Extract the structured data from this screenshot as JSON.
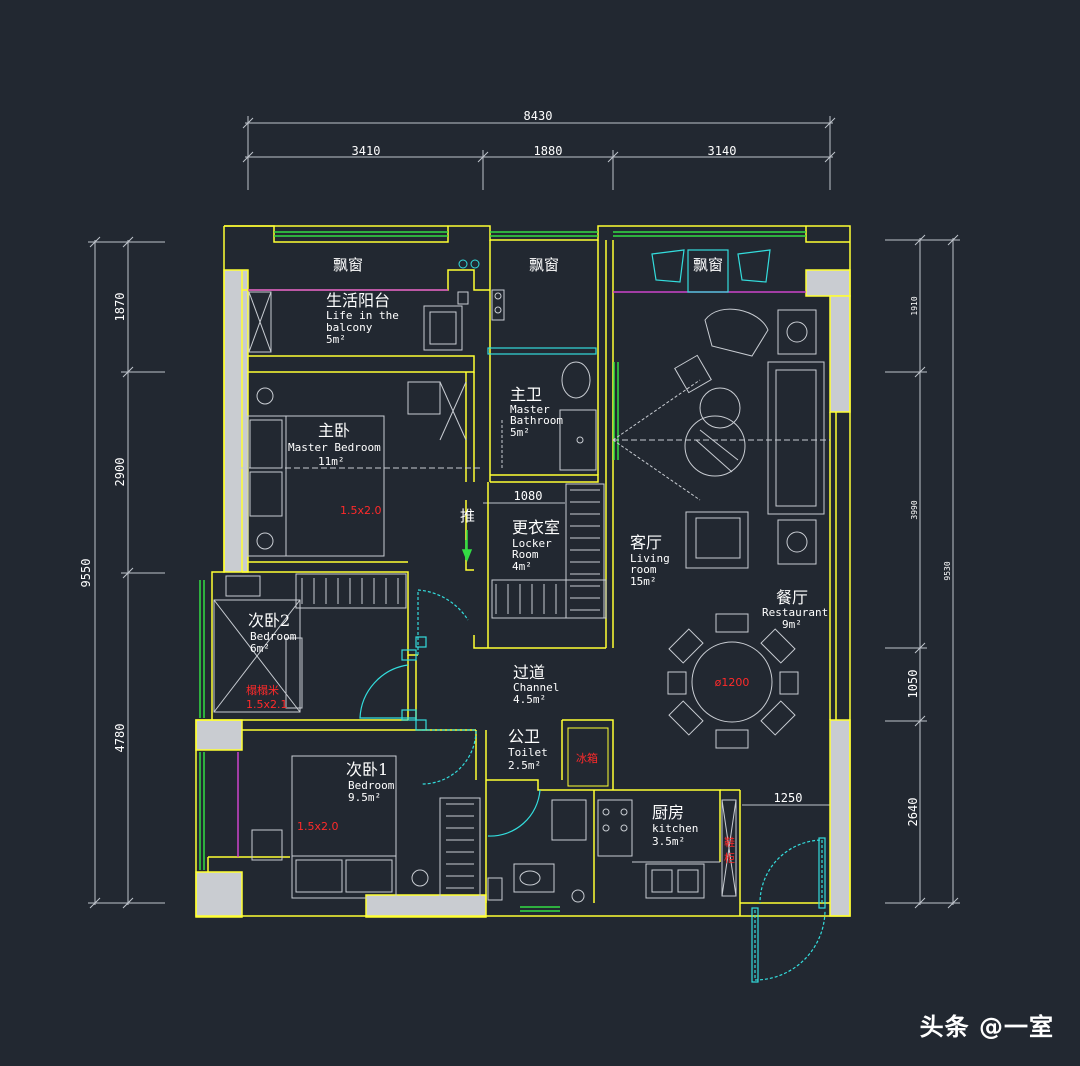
{
  "dimensions": {
    "top_total": "8430",
    "top_segments": [
      "3410",
      "1880",
      "3140"
    ],
    "left_total": "9550",
    "left_segments": [
      "1870",
      "2900",
      "4780"
    ],
    "right_total": "9530",
    "right_segments": [
      "1910",
      "3990",
      "1050",
      "2640"
    ],
    "door_1080": "1080",
    "door_1250": "1250"
  },
  "rooms": {
    "bay_window_1": "飘窗",
    "bay_window_2": "飘窗",
    "bay_window_3": "飘窗",
    "balcony": {
      "zh": "生活阳台",
      "en1": "Life in the",
      "en2": "balcony",
      "area": "5m²"
    },
    "master_bedroom": {
      "zh": "主卧",
      "en": "Master Bedroom",
      "area": "11m²",
      "bed": "1.5x2.0"
    },
    "master_bath": {
      "zh": "主卫",
      "en1": "Master",
      "en2": "Bathroom",
      "area": "5m²"
    },
    "push_door": "推",
    "locker": {
      "zh": "更衣室",
      "en1": "Locker",
      "en2": "Room",
      "area": "4m²"
    },
    "living": {
      "zh": "客厅",
      "en1": "Living",
      "en2": "room",
      "area": "15m²"
    },
    "restaurant": {
      "zh": "餐厅",
      "en": "Restaurant",
      "area": "9m²",
      "table": "ø1200"
    },
    "bedroom2": {
      "zh": "次卧2",
      "en": "Bedroom",
      "area": "6m²",
      "note1": "榻榻米",
      "note2": "1.5x2.1"
    },
    "channel": {
      "zh": "过道",
      "en": "Channel",
      "area": "4.5m²"
    },
    "toilet": {
      "zh": "公卫",
      "en": "Toilet",
      "area": "2.5m²"
    },
    "fridge": "冰箱",
    "bedroom1": {
      "zh": "次卧1",
      "en": "Bedroom",
      "area": "9.5m²",
      "bed": "1.5x2.0"
    },
    "kitchen": {
      "zh": "厨房",
      "en": "kitchen",
      "area": "3.5m²"
    },
    "shoe_cabinet1": "鞋",
    "shoe_cabinet2": "柜"
  },
  "colors": {
    "background": "#222831",
    "wall": "#ffff33",
    "window": "#33dd44",
    "door": "#33dddd",
    "divider": "#cc44cc",
    "furniture": "#c8ccd2",
    "note": "#ff2a2a"
  },
  "watermark": "头条 @一室"
}
